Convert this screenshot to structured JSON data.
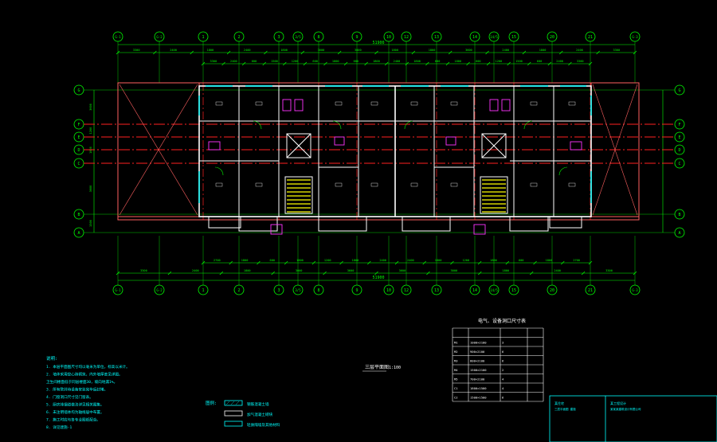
{
  "drawing": {
    "plan_title": "三层平面图",
    "plan_scale": "1:100",
    "top_overall_dim": "51900",
    "bottom_overall_dim": "51900"
  },
  "axes": {
    "top": [
      "G-1",
      "G-2",
      "1",
      "2",
      "3",
      "3/5",
      "8",
      "9",
      "10",
      "12",
      "13",
      "14",
      "14/5",
      "15",
      "20",
      "21",
      "G-3"
    ],
    "bottom": [
      "G-1",
      "G-2",
      "1",
      "2",
      "3",
      "3/5",
      "8",
      "9",
      "10",
      "12",
      "13",
      "14",
      "14/5",
      "15",
      "20",
      "21",
      "G-3"
    ],
    "left": [
      "G",
      "F",
      "E",
      "D",
      "C",
      "B",
      "A"
    ],
    "right": [
      "G",
      "F",
      "E",
      "D",
      "C",
      "B",
      "A"
    ],
    "left_dims": [
      "3600",
      "1200",
      "1800",
      "3600",
      "1500"
    ]
  },
  "dims": {
    "top_row1": [
      "3300",
      "2400",
      "1800",
      "2400",
      "1800",
      "3600",
      "3000",
      "1800",
      "1800",
      "3600",
      "2400",
      "1800",
      "2400",
      "3300"
    ],
    "top_row2": [
      "3300",
      "2400",
      "600",
      "1500",
      "1200",
      "600",
      "1800",
      "600",
      "1800",
      "2400",
      "1800",
      "600",
      "1800",
      "600",
      "1200",
      "1500",
      "600",
      "2400",
      "3300"
    ],
    "bottom_row1": [
      "2700",
      "1800",
      "600",
      "1800",
      "1200",
      "1800",
      "2400",
      "2400",
      "1800",
      "1200",
      "1800",
      "600",
      "1800",
      "2700"
    ],
    "bottom_row2": [
      "3300",
      "2400",
      "1800",
      "3000",
      "3600",
      "3600",
      "3000",
      "1800",
      "2400",
      "3300"
    ]
  },
  "table": {
    "title": "电气、设备洞口尺寸表",
    "rows": [
      [
        "M1",
        "1000×2100",
        "3"
      ],
      [
        "M2",
        "900×2100",
        "6"
      ],
      [
        "M3",
        "800×2100",
        "6"
      ],
      [
        "M4",
        "1500×2100",
        "2"
      ],
      [
        "M5",
        "700×2100",
        "4"
      ],
      [
        "C1",
        "1800×1500",
        "4"
      ],
      [
        "C2",
        "1500×1500",
        "6"
      ]
    ]
  },
  "notes": {
    "heading": "说明:",
    "lines": [
      "1. 本层平面图尺寸均以毫米为单位，标高以米计。",
      "2. 墙体采用空心砖砌筑，内外墙厚度见详图。",
      "   卫生间楼面低于同层楼面30，坡向地漏1%。",
      "3. 所有管井待设备安装完毕后封堵。",
      "4. 门窗洞口尺寸见门窗表。",
      "5. 厨房排烟道做法详见相关图集。",
      "6. 未注明墙体均为轴线居中布置。",
      "7. 施工时应与各专业图纸配合。",
      "8. 详见建施-1"
    ]
  },
  "legend": {
    "heading": "图例:",
    "items": [
      "钢筋混凝土墙",
      "加气混凝土砌块",
      "轻质隔墙及其他材料"
    ]
  },
  "titleblock": {
    "left_head": "某住宅",
    "left_sub": "三层平面图  建施",
    "right_head": "某工程设计",
    "right_sub": "某某某建筑设计有限公司"
  },
  "colors": {
    "background": "#000000",
    "dim_green": "#00ff00",
    "axis_red": "#ff2020",
    "wall_white": "#ffffff",
    "label_yellow": "#ffff00",
    "note_cyan": "#00ffff",
    "fixture_magenta": "#ff33ff"
  }
}
